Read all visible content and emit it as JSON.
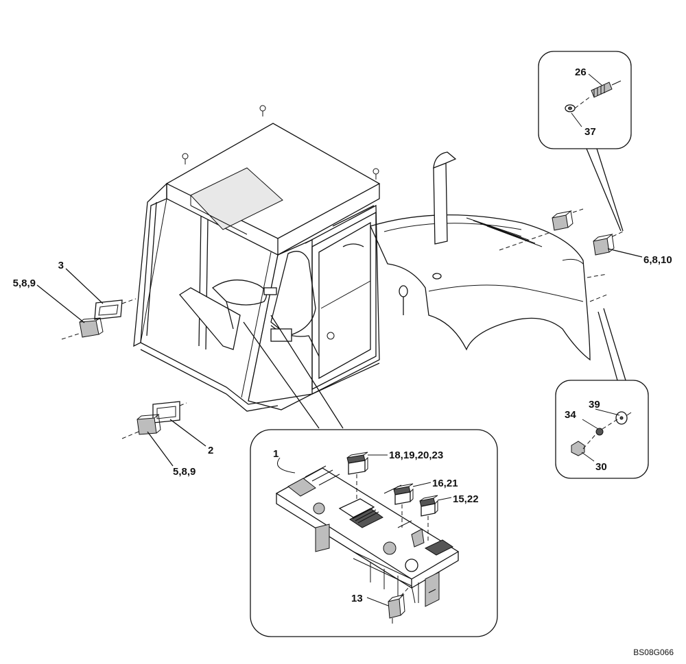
{
  "callouts": {
    "c1": "1",
    "c2": "2",
    "c3": "3",
    "c13": "13",
    "c26": "26",
    "c37": "37",
    "c39": "39",
    "c34": "34",
    "c30": "30",
    "left_top": "5,8,9",
    "left_bottom": "5,8,9",
    "rear_light": "6,8,10",
    "switch_a": "18,19,20,23",
    "switch_b": "16,21",
    "switch_c": "15,22"
  },
  "reference_code": "BS08G066"
}
